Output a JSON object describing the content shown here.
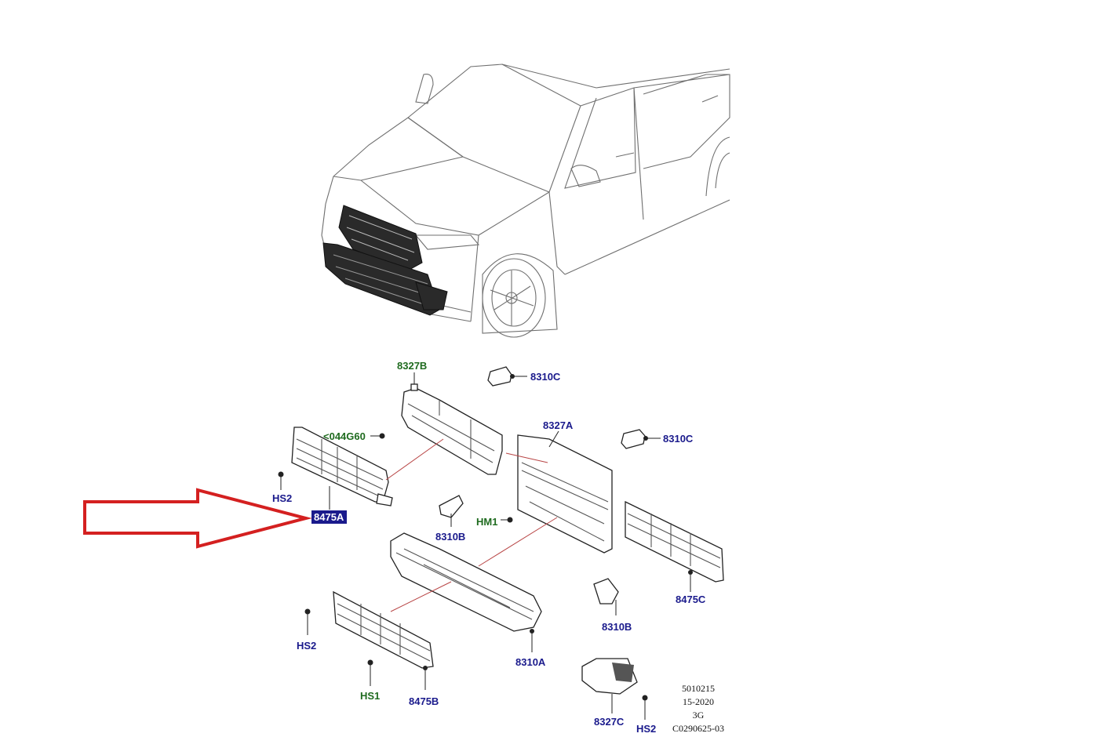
{
  "callouts": {
    "p8327B": "8327B",
    "p8310C_top": "8310C",
    "p044G60": "<044G60",
    "p8327A": "8327A",
    "p8310C_right": "8310C",
    "hs2_left": "HS2",
    "p8475A": "8475A",
    "hm1": "HM1",
    "p8310B_mid": "8310B",
    "p8475C": "8475C",
    "p8310B_low": "8310B",
    "hs2_bottom_left": "HS2",
    "p8310A": "8310A",
    "hs1": "HS1",
    "p8475B": "8475B",
    "p8327C": "8327C",
    "hs2_bottom_right": "HS2"
  },
  "reference": {
    "line1": "5010215",
    "line2": "15-2020",
    "line3": "3G",
    "line4": "C0290625-03"
  },
  "colors": {
    "part_label": "#1a1a8c",
    "hardware_label": "#1f6b1f",
    "highlight_box": "#1a1a8c",
    "arrow": "#d42020"
  }
}
